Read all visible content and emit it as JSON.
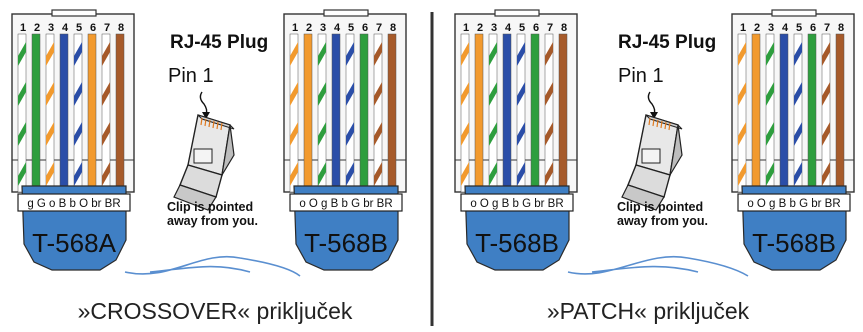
{
  "panels": [
    {
      "plug_title": "RJ-45 Plug",
      "pin_label": "Pin 1",
      "clip_note_line1": "Clip is pointed",
      "clip_note_line2": "away from you.",
      "caption": "»CROSSOVER« priključek",
      "connectors": [
        {
          "standard": "T-568A",
          "color_codes": "g G o B b O br BR",
          "pin_numbers": [
            "1",
            "2",
            "3",
            "4",
            "5",
            "6",
            "7",
            "8"
          ],
          "wire_colors": [
            [
              "#ffffff",
              "#2e9e3e"
            ],
            [
              "#2e9e3e"
            ],
            [
              "#ffffff",
              "#f29a2e"
            ],
            [
              "#2b4ea8"
            ],
            [
              "#ffffff",
              "#2b4ea8"
            ],
            [
              "#f29a2e"
            ],
            [
              "#ffffff",
              "#a65a2a"
            ],
            [
              "#a65a2a"
            ]
          ]
        },
        {
          "standard": "T-568B",
          "color_codes": "o O g B b G br BR",
          "pin_numbers": [
            "1",
            "2",
            "3",
            "4",
            "5",
            "6",
            "7",
            "8"
          ],
          "wire_colors": [
            [
              "#ffffff",
              "#f29a2e"
            ],
            [
              "#f29a2e"
            ],
            [
              "#ffffff",
              "#2e9e3e"
            ],
            [
              "#2b4ea8"
            ],
            [
              "#ffffff",
              "#2b4ea8"
            ],
            [
              "#2e9e3e"
            ],
            [
              "#ffffff",
              "#a65a2a"
            ],
            [
              "#a65a2a"
            ]
          ]
        }
      ]
    },
    {
      "plug_title": "RJ-45 Plug",
      "pin_label": "Pin 1",
      "clip_note_line1": "Clip is pointed",
      "clip_note_line2": "away from you.",
      "caption": "»PATCH« priključek",
      "connectors": [
        {
          "standard": "T-568B",
          "color_codes": "o O g B b G br BR",
          "pin_numbers": [
            "1",
            "2",
            "3",
            "4",
            "5",
            "6",
            "7",
            "8"
          ],
          "wire_colors": [
            [
              "#ffffff",
              "#f29a2e"
            ],
            [
              "#f29a2e"
            ],
            [
              "#ffffff",
              "#2e9e3e"
            ],
            [
              "#2b4ea8"
            ],
            [
              "#ffffff",
              "#2b4ea8"
            ],
            [
              "#2e9e3e"
            ],
            [
              "#ffffff",
              "#a65a2a"
            ],
            [
              "#a65a2a"
            ]
          ]
        },
        {
          "standard": "T-568B",
          "color_codes": "o O g B b G br BR",
          "pin_numbers": [
            "1",
            "2",
            "3",
            "4",
            "5",
            "6",
            "7",
            "8"
          ],
          "wire_colors": [
            [
              "#ffffff",
              "#f29a2e"
            ],
            [
              "#f29a2e"
            ],
            [
              "#ffffff",
              "#2e9e3e"
            ],
            [
              "#2b4ea8"
            ],
            [
              "#ffffff",
              "#2b4ea8"
            ],
            [
              "#2e9e3e"
            ],
            [
              "#ffffff",
              "#a65a2a"
            ],
            [
              "#a65a2a"
            ]
          ]
        }
      ]
    }
  ],
  "colors": {
    "jacket_blue": "#3f7fc4",
    "divider": "#333333",
    "cable": "#3f7fc4"
  }
}
